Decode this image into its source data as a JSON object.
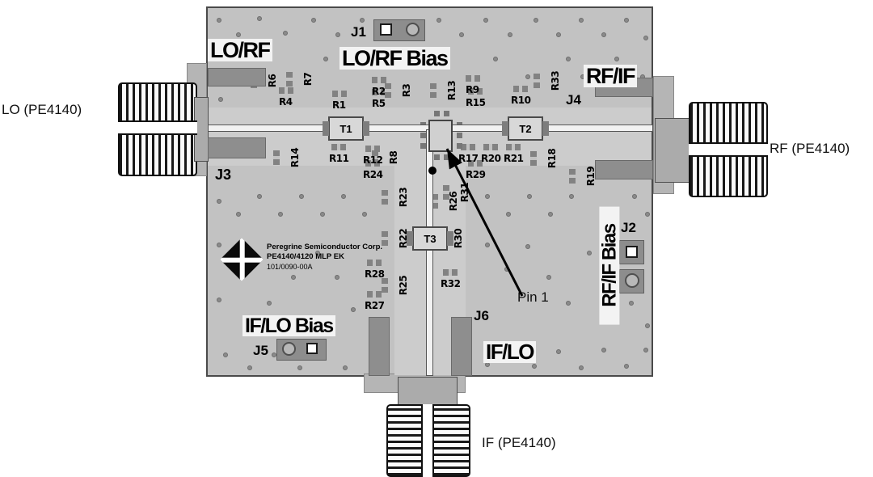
{
  "connectors": {
    "lo": "LO (PE4140)",
    "rf": "RF (PE4140)",
    "if": "IF (PE4140)"
  },
  "ports": {
    "lo_rf": "LO/RF",
    "rf_if": "RF/IF",
    "if_lo": "IF/LO"
  },
  "bias": {
    "lo_rf": "LO/RF Bias",
    "rf_if": "RF/IF Bias",
    "if_lo": "IF/LO Bias"
  },
  "jumpers": {
    "j1": "J1",
    "j2": "J2",
    "j3": "J3",
    "j4": "J4",
    "j5": "J5",
    "j6": "J6"
  },
  "annotations": {
    "pin1": "Pin 1"
  },
  "logo": {
    "line1": "Peregrine Semiconductor Corp.",
    "line2": "PE4140/4120 MLP EK",
    "line3": "101/0090-00A"
  },
  "transformers": [
    {
      "label": "T1"
    },
    {
      "label": "T2"
    },
    {
      "label": "T3"
    }
  ],
  "components": [
    {
      "label": "R6"
    },
    {
      "label": "R7"
    },
    {
      "label": "R4"
    },
    {
      "label": "R1"
    },
    {
      "label": "R2"
    },
    {
      "label": "R5"
    },
    {
      "label": "R3"
    },
    {
      "label": "R13"
    },
    {
      "label": "R9"
    },
    {
      "label": "R15"
    },
    {
      "label": "R10"
    },
    {
      "label": "R33"
    },
    {
      "label": "R14"
    },
    {
      "label": "R11"
    },
    {
      "label": "R12"
    },
    {
      "label": "R8"
    },
    {
      "label": "R24"
    },
    {
      "label": "R17"
    },
    {
      "label": "R20"
    },
    {
      "label": "R21"
    },
    {
      "label": "R29"
    },
    {
      "label": "R18"
    },
    {
      "label": "R19"
    },
    {
      "label": "R23"
    },
    {
      "label": "R26"
    },
    {
      "label": "R31"
    },
    {
      "label": "R22"
    },
    {
      "label": "R30"
    },
    {
      "label": "R28"
    },
    {
      "label": "R25"
    },
    {
      "label": "R32"
    },
    {
      "label": "R27"
    }
  ],
  "colors": {
    "board": "#c2c2c2",
    "pad": "#8e8e8e",
    "trace": "#f2f2f2",
    "silk": "#000000"
  }
}
